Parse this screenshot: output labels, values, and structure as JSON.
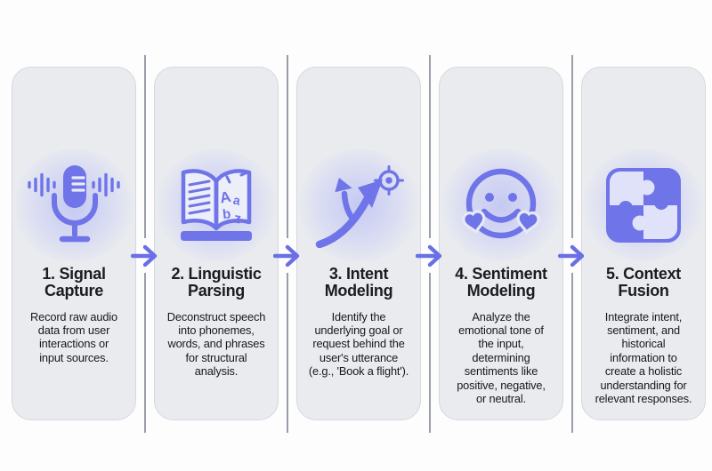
{
  "diagram": {
    "type": "process-flow",
    "direction": "left-to-right",
    "step_count": 5
  },
  "colors": {
    "accent_purple": "#6f74e8",
    "card_background": "#e9ebef",
    "card_border": "#d5d8de",
    "separator_line": "#9a9ea9",
    "icon_glow": "#b9bef8",
    "title_text": "#1b1c20",
    "body_text": "#17181b",
    "page_background": "#fdfdfe",
    "puzzle_light_piece": "#dfe2f8"
  },
  "steps": [
    {
      "number": "1",
      "icon": "microphone-soundwave-icon",
      "title_lines": [
        "1. Signal",
        "Capture"
      ],
      "body_lines": [
        "Record raw audio",
        "data from user",
        "interactions or",
        "input sources."
      ]
    },
    {
      "number": "2",
      "icon": "open-book-letters-icon",
      "title_lines": [
        "2. Linguistic",
        "Parsing"
      ],
      "body_lines": [
        "Deconstruct speech",
        "into phonemes,",
        "words, and phrases",
        "for structural",
        "analysis."
      ]
    },
    {
      "number": "3",
      "icon": "branching-arrow-target-icon",
      "title_lines": [
        "3. Intent",
        "Modeling"
      ],
      "body_lines": [
        "Identify the",
        "underlying goal or",
        "request behind the",
        "user's utterance",
        "(e.g., 'Book a flight')."
      ]
    },
    {
      "number": "4",
      "icon": "smiley-hearts-icon",
      "title_lines": [
        "4. Sentiment",
        "Modeling"
      ],
      "body_lines": [
        "Analyze the",
        "emotional tone of",
        "the input,",
        "determining",
        "sentiments like",
        "positive, negative,",
        "or neutral."
      ]
    },
    {
      "number": "5",
      "icon": "puzzle-pieces-icon",
      "title_lines": [
        "5. Context",
        "Fusion"
      ],
      "body_lines": [
        "Integrate intent,",
        "sentiment, and",
        "historical",
        "information to",
        "create a holistic",
        "understanding for",
        "relevant responses."
      ]
    }
  ],
  "connectors": [
    {
      "icon": "right-arrow-icon"
    },
    {
      "icon": "right-arrow-icon"
    },
    {
      "icon": "right-arrow-icon"
    },
    {
      "icon": "right-arrow-icon"
    }
  ]
}
